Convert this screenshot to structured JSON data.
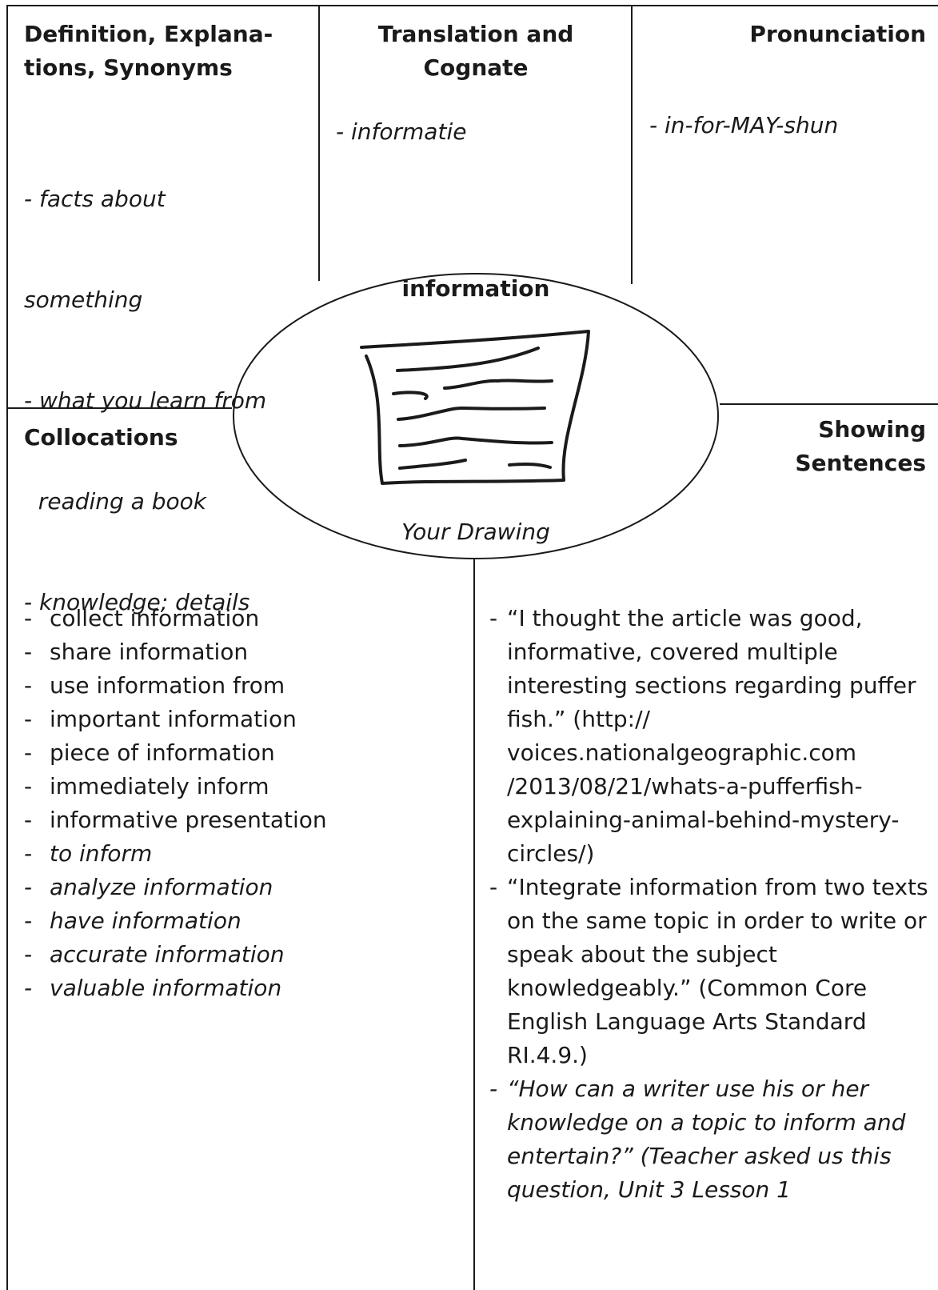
{
  "word": "information",
  "drawing_caption": "Your Drawing",
  "definition": {
    "heading_line1": "Definition, Explana-",
    "heading_line2": "tions, Synonyms",
    "items": [
      "- facts about",
      "something",
      "- what you learn from",
      "  reading a book",
      "- knowledge; details"
    ]
  },
  "translation": {
    "heading_line1": "Translation and",
    "heading_line2": "Cognate",
    "items": [
      "- informatie"
    ]
  },
  "pronunciation": {
    "heading": "Pronunciation",
    "items": [
      "- in-for-MAY-shun"
    ]
  },
  "collocations": {
    "heading": "Collocations",
    "items": [
      {
        "text": "collect information",
        "italic": false
      },
      {
        "text": "share information",
        "italic": false
      },
      {
        "text": "use information from",
        "italic": false
      },
      {
        "text": "important information",
        "italic": false
      },
      {
        "text": "piece of information",
        "italic": false
      },
      {
        "text": "immediately inform",
        "italic": false
      },
      {
        "text": "informative presentation",
        "italic": false
      },
      {
        "text": "to inform",
        "italic": true
      },
      {
        "text": "analyze information",
        "italic": true
      },
      {
        "text": "have information",
        "italic": true
      },
      {
        "text": "accurate information",
        "italic": true
      },
      {
        "text": "valuable information",
        "italic": true
      }
    ]
  },
  "sentences": {
    "heading_line1": "Showing",
    "heading_line2": "Sentences",
    "items": [
      {
        "text": "“I thought the article was good, informative, covered multiple interesting sections regarding puffer fish.” (http:// voices.nationalgeographic.com /2013/08/21/whats-a-pufferfish-explaining-animal-behind-mystery-circles/)",
        "italic": false
      },
      {
        "text": "“Integrate information from two texts on the same topic in order to write or speak about the subject knowledgeably.” (Common Core English Language Arts Standard RI.4.9.)",
        "italic": false
      },
      {
        "text": "“How can a writer use his or her knowledge on a topic to inform and entertain?” (Teacher asked us this question, Unit 3 Lesson 1",
        "italic": true
      }
    ]
  }
}
